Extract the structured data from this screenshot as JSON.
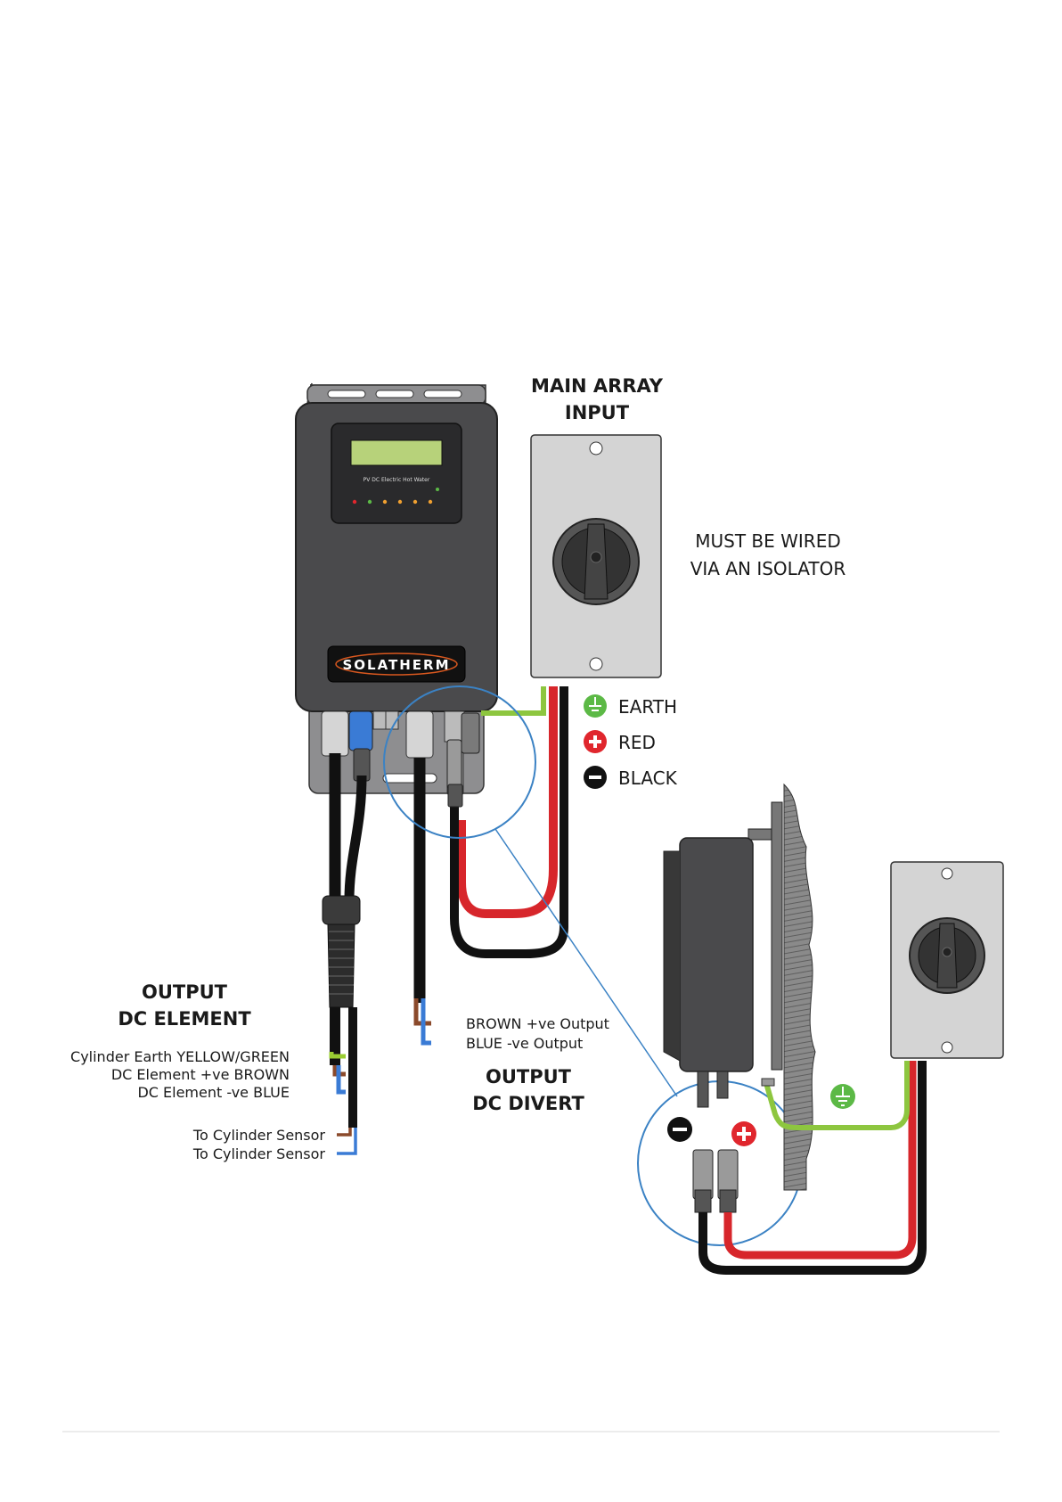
{
  "headings": {
    "main_array_line1": "MAIN ARRAY",
    "main_array_line2": "INPUT",
    "isolator_line1": "MUST BE WIRED",
    "isolator_line2": "VIA AN ISOLATOR",
    "output_element_line1": "OUTPUT",
    "output_element_line2": "DC ELEMENT",
    "output_divert_line1": "OUTPUT",
    "output_divert_line2": "DC DIVERT"
  },
  "legend": [
    {
      "label": "EARTH",
      "icon": "earth-icon",
      "color": "#5cb946"
    },
    {
      "label": "RED",
      "icon": "plus-icon",
      "color": "#e0262d"
    },
    {
      "label": "BLACK",
      "icon": "minus-icon",
      "color": "#111111"
    }
  ],
  "device": {
    "screen_text": "PV DC Electric Hot Water",
    "brand": "SOLATHERM"
  },
  "element_wires": [
    {
      "label": "Cylinder Earth YELLOW/GREEN",
      "color": "#9acd32"
    },
    {
      "label": "DC Element +ve BROWN",
      "color": "#8b4a2b"
    },
    {
      "label": "DC Element -ve BLUE",
      "color": "#3a7bd5"
    }
  ],
  "sensor_wires": [
    {
      "label": "To Cylinder Sensor"
    },
    {
      "label": "To Cylinder Sensor"
    }
  ],
  "divert_wires": [
    {
      "label": "BROWN +ve Output",
      "color": "#8b4a2b"
    },
    {
      "label": "BLUE -ve Output",
      "color": "#3a7bd5"
    }
  ],
  "colors": {
    "red_cable": "#d7262b",
    "black_cable": "#111111",
    "earth_cable": "#8dc63f",
    "zoom_circle": "#3b82c4",
    "device_body": "#4a4a4c",
    "isolator_box": "#d4d4d4"
  }
}
